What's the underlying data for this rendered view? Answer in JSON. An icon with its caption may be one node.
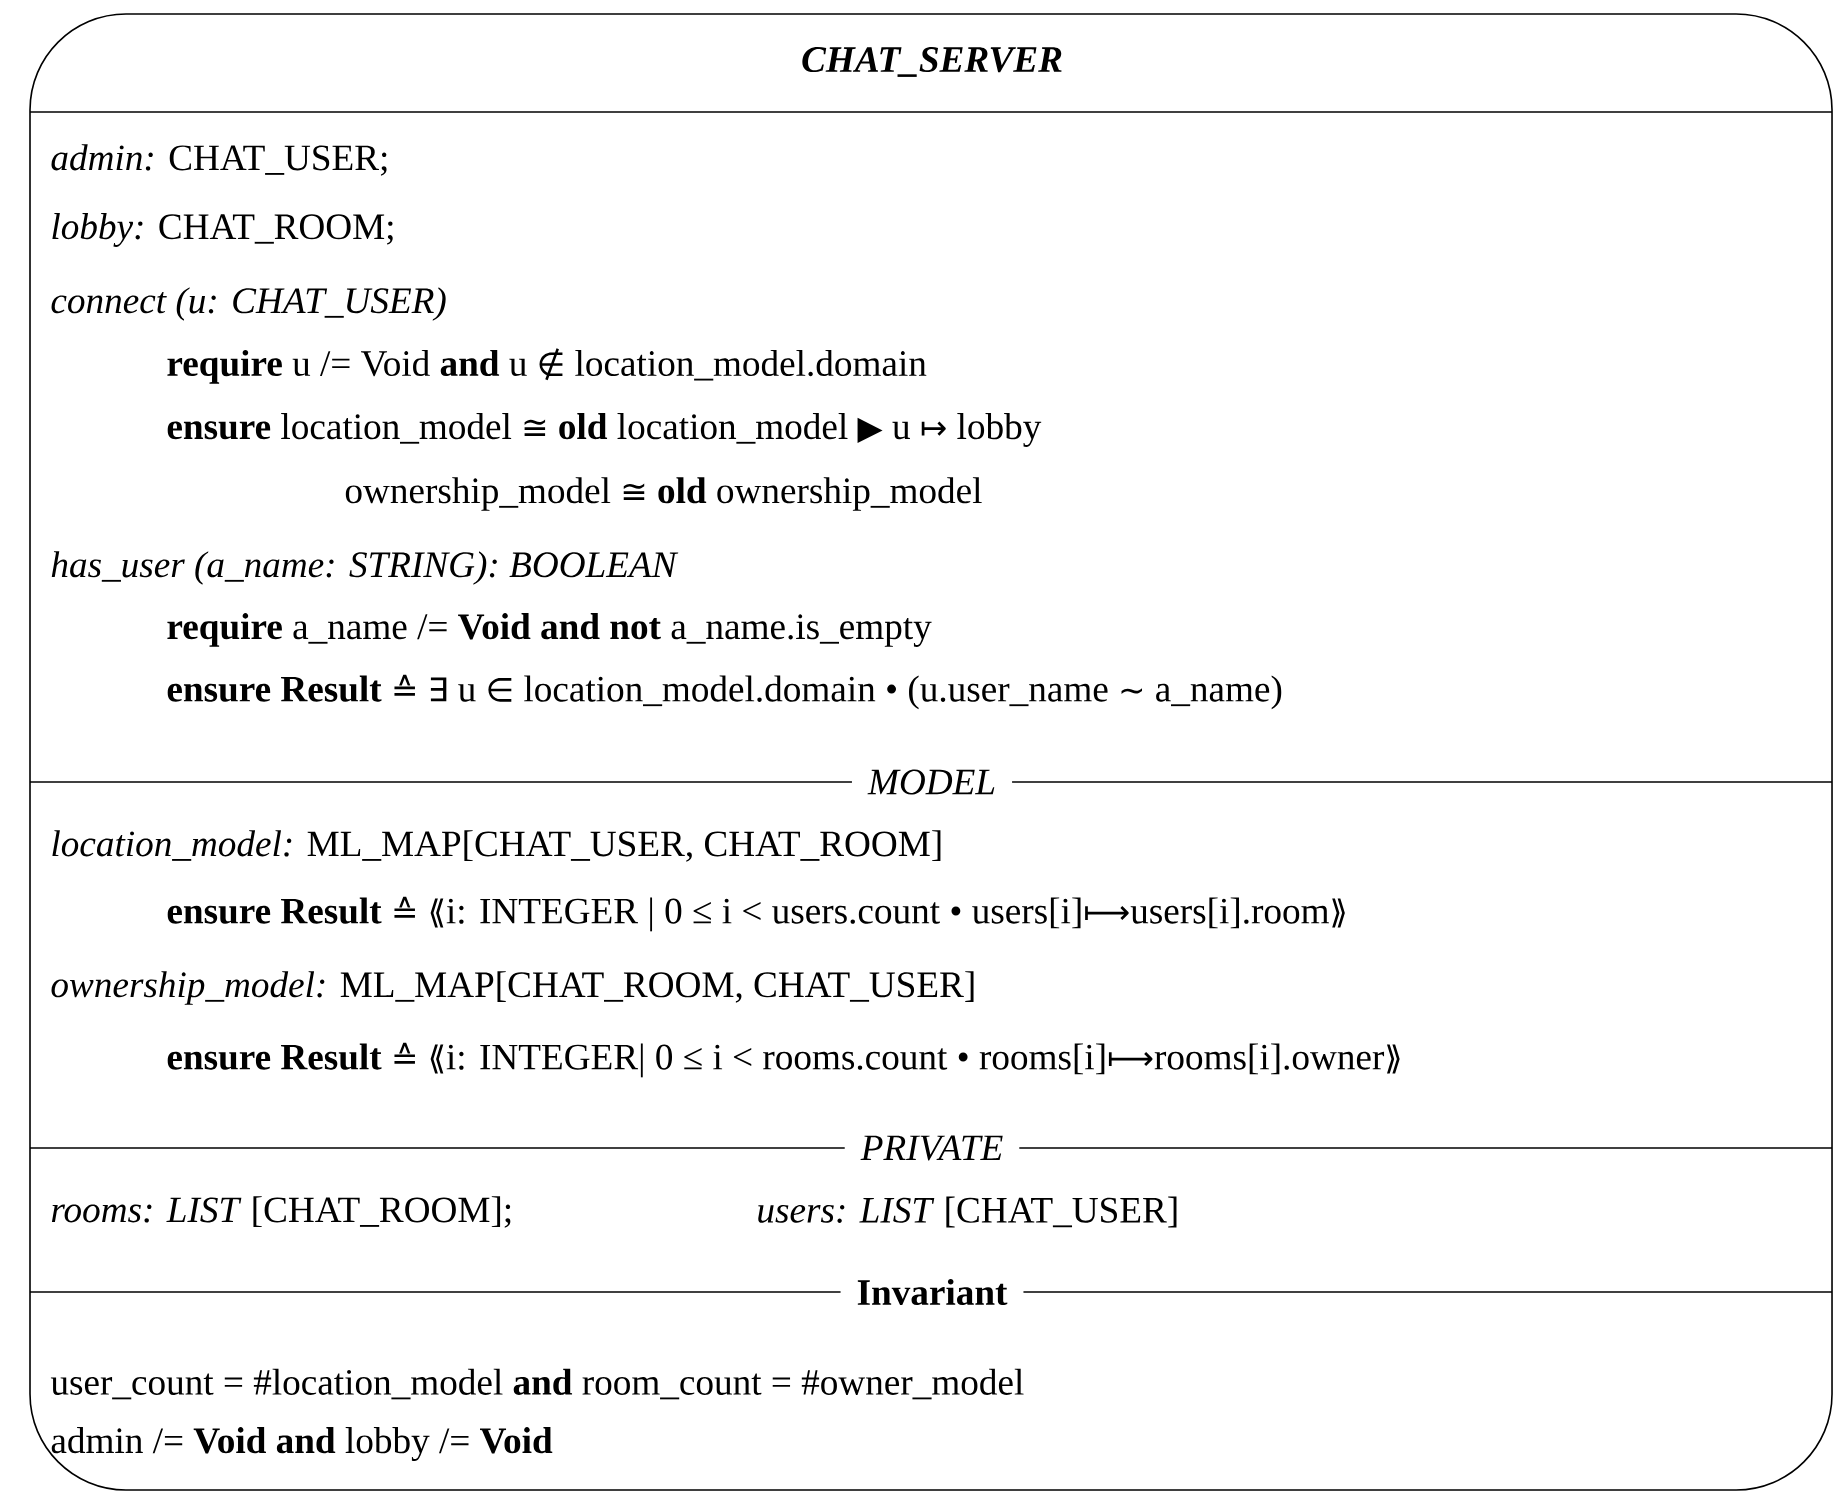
{
  "diagram": {
    "nodes": [
      {
        "text": [
          "CHAT_SERVER",
          "*admin:* CHAT_USER;",
          "*lobby:* CHAT_ROOM;",
          "connect (u: CHAT_USER)",
          "**require** u /= Void **and** u ∉ location_model.domain",
          "**ensure** location_model ≅ **old** location_model ▶ u ↦ lobby",
          "ownership_model ≅ **old** ownership_model",
          "has_user (a_name: STRING): BOOLEAN",
          "**require** a_name /= **Void and not** a_name.is_empty",
          "**ensure Result** ≙ ∃ u ∈ location_model.domain • (u.user_name ∼ a_name)",
          "MODEL",
          "*location_model:* ML_MAP[CHAT_USER, CHAT_ROOM]",
          "**ensure Result** ≙ ⟪i: INTEGER | 0 ≤ i < users.count • users[i]⟼users[i].room⟫",
          "*ownership_model:* ML_MAP[CHAT_ROOM, CHAT_USER]",
          "**ensure Result** ≙ ⟪i: INTEGER| 0 ≤ i < rooms.count • rooms[i]⟼rooms[i].owner⟫",
          "PRIVATE",
          "*rooms: LIST* [CHAT_ROOM];",
          "*users: LIST* [CHAT_USER]",
          "Invariant",
          "user_count = #location_model **and** room_count = #owner_model",
          "admin /= **Void and** lobby /= **Void**"
        ]
      }
    ]
  }
}
